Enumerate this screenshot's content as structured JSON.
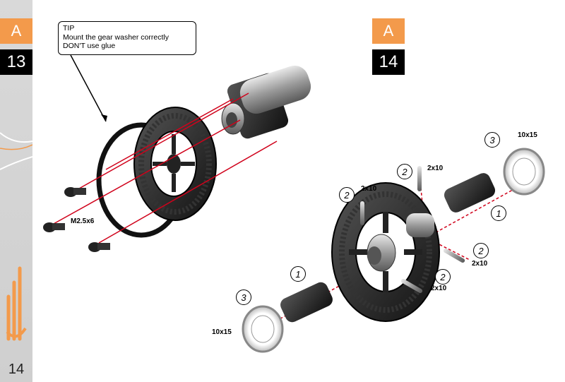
{
  "page": {
    "number": "14"
  },
  "steps": [
    {
      "section": "A",
      "number": "13"
    },
    {
      "section": "A",
      "number": "14"
    }
  ],
  "tip": {
    "title": "TIP",
    "line1": "Mount the gear washer correctly",
    "line2": "DON'T use glue"
  },
  "labels": {
    "screw": "M2.5x6",
    "pin_a": "2x10",
    "pin_b": "2x10",
    "pin_c": "2x10",
    "pin_d": "2x10",
    "bearing_top": "10x15",
    "bearing_bottom": "10x15"
  },
  "callouts": {
    "c1": "3",
    "c2": "2",
    "c3": "2",
    "c4": "1",
    "c5": "2",
    "c6": "2",
    "c7": "1",
    "c8": "3"
  },
  "colors": {
    "accent": "#f39a4b",
    "step_bg": "#000000",
    "lines": "#d0021b"
  }
}
